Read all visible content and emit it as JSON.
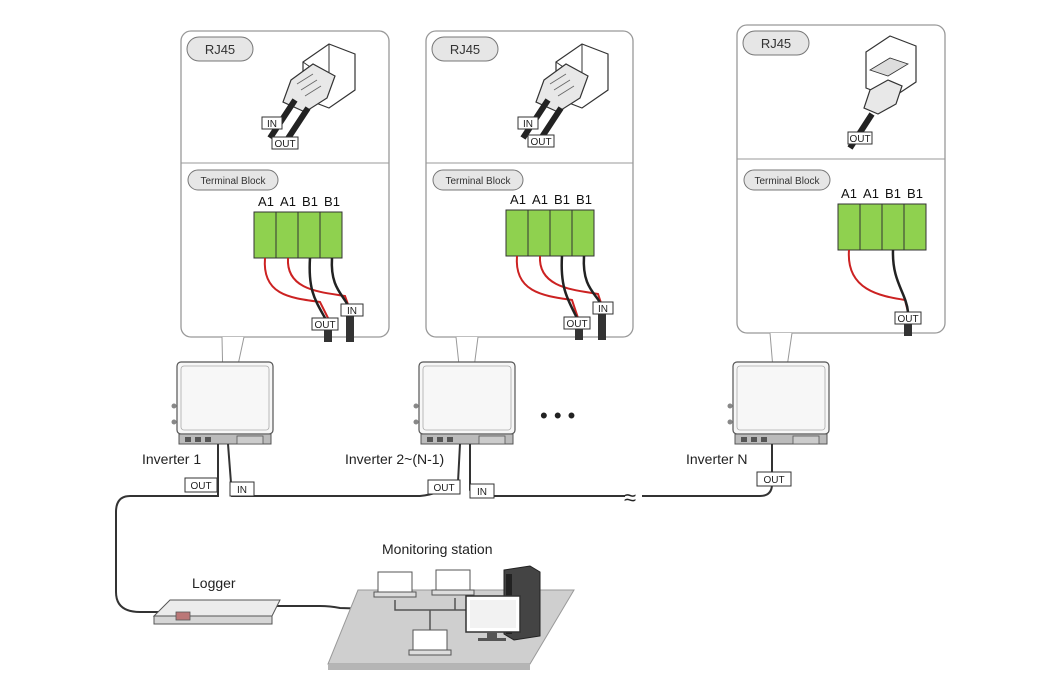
{
  "panels": [
    {
      "rj45_label": "RJ45",
      "terminal_label": "Terminal Block",
      "pins": [
        "A1",
        "A1",
        "B1",
        "B1"
      ],
      "rj45_in": "IN",
      "rj45_out": "OUT",
      "tb_out": "OUT",
      "tb_in": "IN"
    },
    {
      "rj45_label": "RJ45",
      "terminal_label": "Terminal Block",
      "pins": [
        "A1",
        "A1",
        "B1",
        "B1"
      ],
      "rj45_in": "IN",
      "rj45_out": "OUT",
      "tb_out": "OUT",
      "tb_in": "IN"
    },
    {
      "rj45_label": "RJ45",
      "terminal_label": "Terminal Block",
      "pins": [
        "A1",
        "A1",
        "B1",
        "B1"
      ],
      "rj45_out": "OUT",
      "tb_out": "OUT"
    }
  ],
  "inverters": [
    {
      "label": "Inverter 1",
      "out": "OUT",
      "in": "IN"
    },
    {
      "label": "Inverter 2~(N-1)",
      "out": "OUT",
      "in": "IN"
    },
    {
      "label": "Inverter N",
      "out": "OUT"
    }
  ],
  "ellipsis": "• • •",
  "break_symbol": "≈",
  "logger_label": "Logger",
  "monitoring_label": "Monitoring station",
  "colors": {
    "terminal_green": "#8fd14f",
    "wire_red": "#cc2222",
    "wire_black": "#222222",
    "panel_border": "#999999"
  }
}
